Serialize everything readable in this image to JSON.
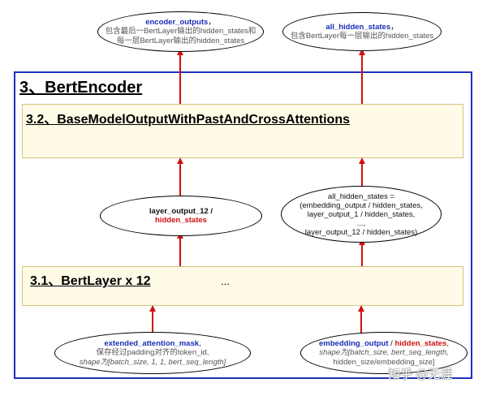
{
  "encoder": {
    "title": "3、BertEncoder"
  },
  "output_block": {
    "title": "3.2、BaseModelOutputWithPastAndCrossAttentions"
  },
  "layer_block": {
    "title": "3.1、BertLayer x 12",
    "ellipsis": "..."
  },
  "top_left_oval": {
    "name": "encoder_outputs",
    "suffix": "，",
    "line2": "包含最后一BertLayer输出的hidden_states和",
    "line3": "每一层BertLayer输出的hidden_states"
  },
  "top_right_oval": {
    "name": "all_hidden_states",
    "suffix": "，",
    "line2": "包含BertLayer每一层输出的hidden_states"
  },
  "mid_left_oval": {
    "line1": "layer_output_12 /",
    "line2": "hidden_states"
  },
  "mid_right_oval": {
    "line1": "all_hidden_states =",
    "line2": "(embedding_output / hidden_states,",
    "line3": "layer_output_1 / hidden_states,",
    "line4": "...,",
    "line5": "layer_output_12 / hidden_states)"
  },
  "bottom_left_oval": {
    "name": "extended_attention_mask",
    "suffix": ",",
    "line2": "保存经过padding对齐的token_id,",
    "line3": "shape为[batch_size, 1, 1, bert_seq_length]"
  },
  "bottom_right_oval": {
    "name1": "embedding_output",
    "sep": " / ",
    "name2": "hidden_states",
    "suffix": ",",
    "line2": "shape为[batch_size, bert_seq_length,",
    "line3": "hidden_size/embedding_size]"
  },
  "watermark": "知乎 @无涯",
  "colors": {
    "border_blue": "#1f2fbf",
    "arrow_red": "#d01010",
    "panel_yellow": "#fffbe6",
    "label_blue": "#1a2db3"
  }
}
